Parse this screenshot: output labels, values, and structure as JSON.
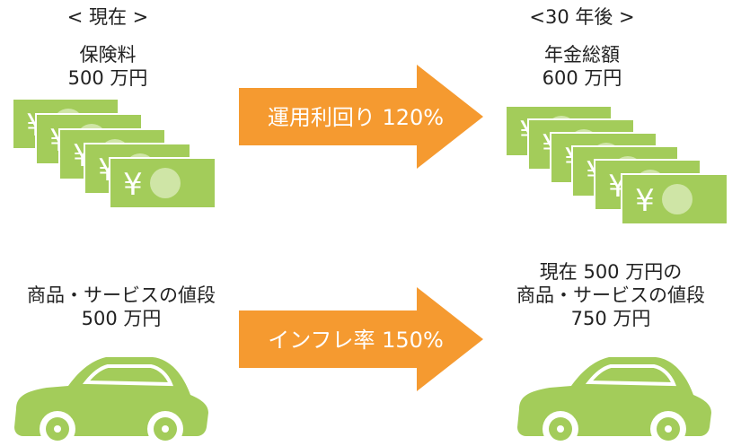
{
  "left_top": {
    "header": "< 現在 >",
    "line1": "保険料",
    "line2": "500 万円"
  },
  "right_top": {
    "header": "<30 年後 >",
    "line1": "年金総額",
    "line2": "600 万円"
  },
  "arrow_top": {
    "label": "運用利回り 120%"
  },
  "left_bottom": {
    "line1": "商品・サービスの値段",
    "line2": "500 万円"
  },
  "right_bottom": {
    "line1": "現在 500 万円の",
    "line2": "商品・サービスの値段",
    "line3": "750 万円"
  },
  "arrow_bottom": {
    "label": "インフレ率 150%"
  },
  "banknote": {
    "symbol": "¥"
  },
  "colors": {
    "green": "#a3cc5a",
    "light_green": "#cfe5a6",
    "orange": "#f59a30",
    "white": "#ffffff"
  },
  "icons": {
    "banknote": "banknote-icon",
    "car": "car-icon"
  }
}
